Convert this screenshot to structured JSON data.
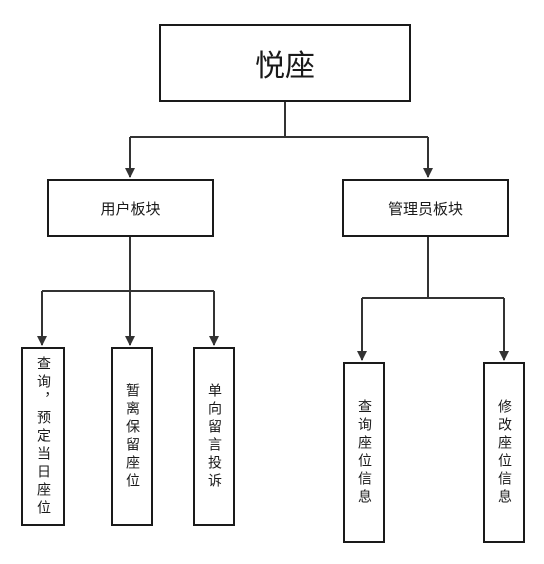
{
  "diagram": {
    "root": {
      "label": "悦座"
    },
    "user_block": {
      "label": "用户板块",
      "children": [
        {
          "label": "查询，预定当日座位"
        },
        {
          "label": "暂离保留座位"
        },
        {
          "label": "单向留言投诉"
        }
      ]
    },
    "admin_block": {
      "label": "管理员板块",
      "children": [
        {
          "label": "查询座位信息"
        },
        {
          "label": "修改座位信息"
        }
      ]
    },
    "colors": {
      "line": "#333333",
      "border": "#1a1a1a",
      "background": "#ffffff"
    }
  }
}
